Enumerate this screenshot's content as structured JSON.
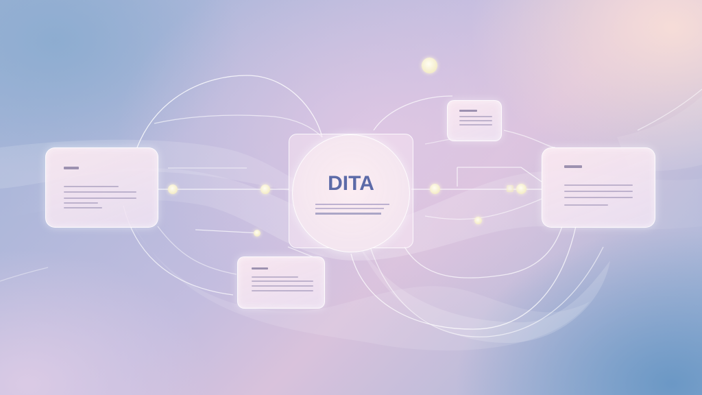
{
  "diagram": {
    "center_node": {
      "title": "DITA",
      "text_lines": 3
    },
    "cards": [
      {
        "id": "left-card",
        "position": "left",
        "text": "illegible placeholder text"
      },
      {
        "id": "right-card",
        "position": "right",
        "text": "illegible placeholder text"
      },
      {
        "id": "top-right-card",
        "position": "top-right",
        "text": "illegible placeholder text"
      },
      {
        "id": "bottom-card",
        "position": "bottom",
        "text": "illegible placeholder text"
      }
    ],
    "connector_dots": 7,
    "floating_orb": "top"
  },
  "colors": {
    "title_text": "#5c6aa8",
    "bg_top_left": "#8fb0d4",
    "bg_top_right": "#f6ded8",
    "bg_bottom_right": "#6b98c4",
    "bg_bottom_left": "#dccbe3",
    "card_fill": "#f5e6f0",
    "dot_fill": "#f8f1d4",
    "line_color": "#ffffff"
  }
}
